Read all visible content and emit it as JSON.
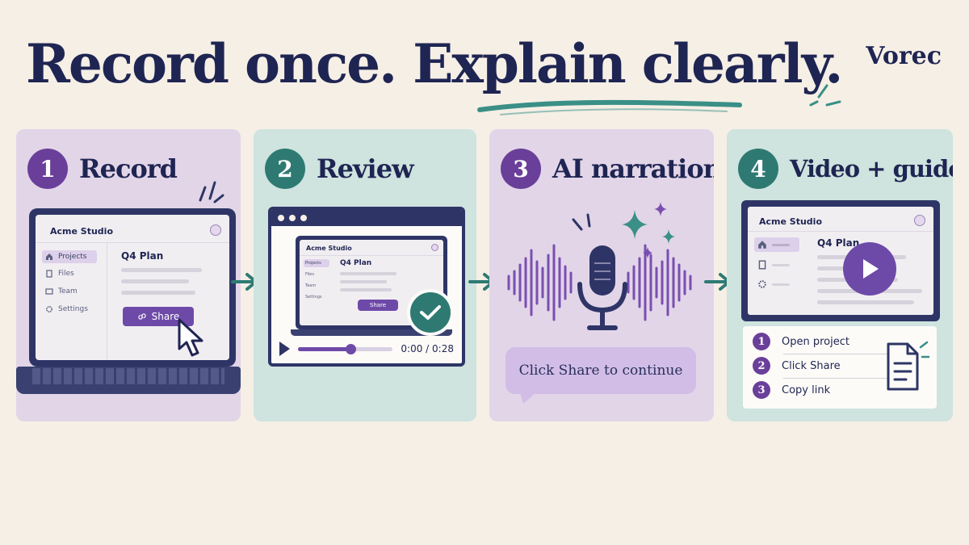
{
  "header": {
    "headline": "Record once. Explain clearly.",
    "brand": "Vorec"
  },
  "steps": [
    {
      "number": "1",
      "title": "Record",
      "app": {
        "title": "Acme Studio",
        "sidebar": [
          "Projects",
          "Files",
          "Team",
          "Settings"
        ],
        "doc_title": "Q4 Plan",
        "share_label": "Share"
      }
    },
    {
      "number": "2",
      "title": "Review",
      "app": {
        "title": "Acme Studio",
        "sidebar": [
          "Projects",
          "Files",
          "Team",
          "Settings"
        ],
        "doc_title": "Q4 Plan",
        "share_label": "Share"
      },
      "player": {
        "time": "0:00 / 0:28",
        "progress": 0.55
      }
    },
    {
      "number": "3",
      "title": "AI narration",
      "caption": "Click Share to continue"
    },
    {
      "number": "4",
      "title": "Video + guide",
      "app": {
        "title": "Acme Studio",
        "doc_title": "Q4 Plan"
      },
      "guide": [
        {
          "num": "1",
          "label": "Open project"
        },
        {
          "num": "2",
          "label": "Click Share"
        },
        {
          "num": "3",
          "label": "Copy link"
        }
      ]
    }
  ],
  "colors": {
    "navy": "#1f2552",
    "purple": "#6a3f9a",
    "teal": "#2e7a73",
    "background": "#f5efe6"
  }
}
